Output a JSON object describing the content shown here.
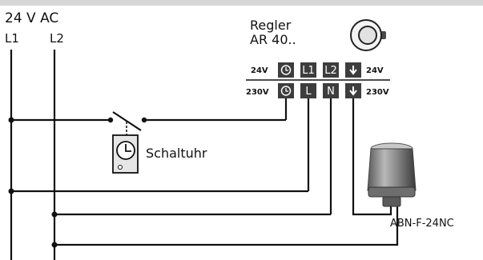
{
  "supply": {
    "voltage_label": "24 V AC",
    "line1_label": "L1",
    "line2_label": "L2"
  },
  "controller": {
    "name_line1": "Regler",
    "name_line2": "AR 40.."
  },
  "terminals": {
    "row1_left_label": "24V",
    "row1_right_label": "24V",
    "row2_left_label": "230V",
    "row2_right_label": "230V",
    "row1": [
      "",
      "L1",
      "L2",
      ""
    ],
    "row2": [
      "",
      "L",
      "N",
      ""
    ]
  },
  "timer": {
    "label": "Schaltuhr"
  },
  "actuator": {
    "label": "ABN-F-24NC"
  }
}
